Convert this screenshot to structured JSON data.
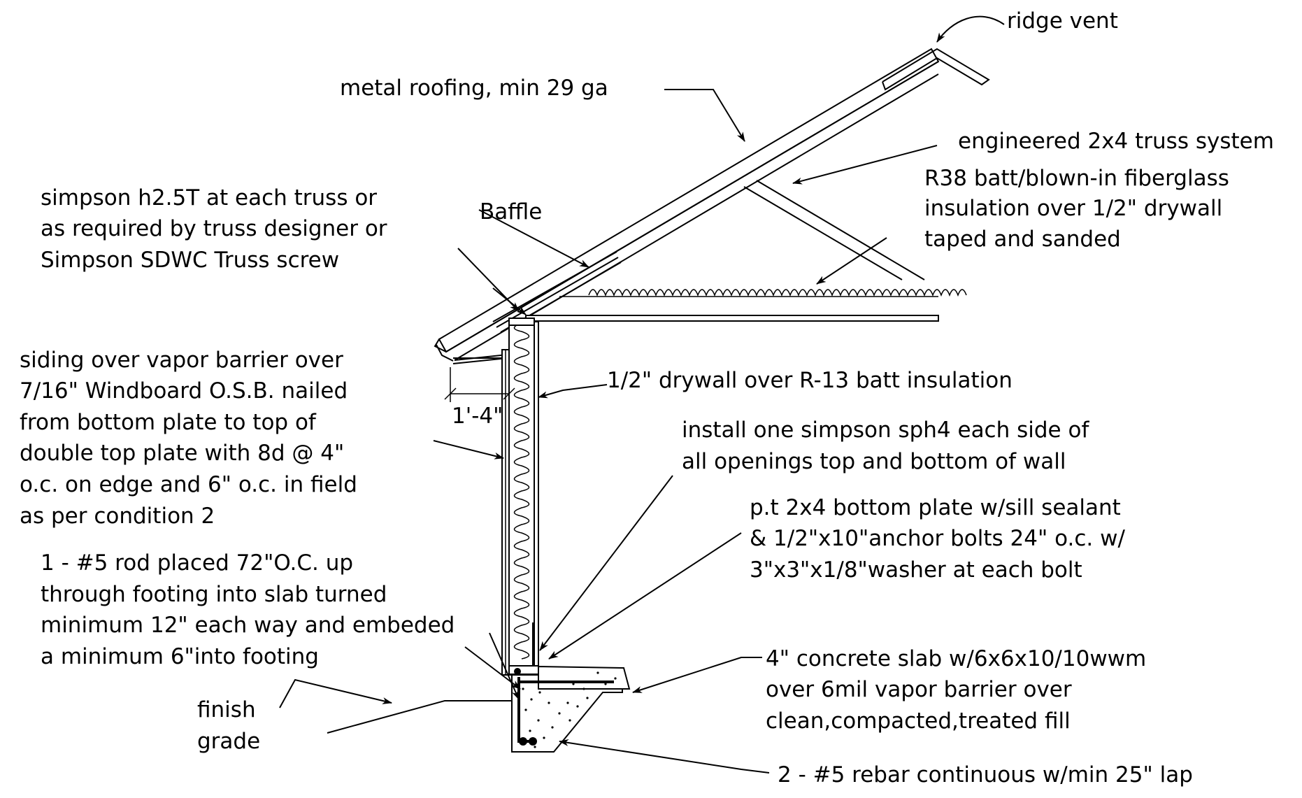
{
  "labels": {
    "ridge_vent": "ridge vent",
    "metal_roofing": "metal roofing, min 29 ga",
    "truss_system": "engineered 2x4 truss system",
    "insulation": [
      "R38 batt/blown-in fiberglass",
      "insulation over 1/2\" drywall",
      "taped and sanded"
    ],
    "simpson_h25": [
      "simpson h2.5T at each truss or",
      "as required by truss designer or",
      "Simpson SDWC Truss screw"
    ],
    "baffle": "Baffle",
    "siding": [
      "siding over vapor barrier over",
      "7/16\" Windboard O.S.B. nailed",
      "from bottom plate to top of",
      "double top plate with 8d @ 4\"",
      "o.c. on edge and 6\" o.c. in field",
      "as per condition 2"
    ],
    "overhang_dim": "1'-4\"",
    "drywall_wall": "1/2\" drywall over R-13 batt insulation",
    "sph4": [
      "install one simpson sph4 each side of",
      "all openings top and bottom of wall"
    ],
    "bottom_plate": [
      "p.t 2x4 bottom plate w/sill sealant",
      "& 1/2\"x10\"anchor bolts 24\" o.c. w/",
      "3\"x3\"x1/8\"washer at each bolt"
    ],
    "rod": [
      "1 - #5 rod  placed 72\"O.C. up",
      "through footing into slab turned",
      "minimum 12\" each way and embeded",
      "a minimum 6\"into footing"
    ],
    "slab": [
      "4\" concrete slab w/6x6x10/10wwm",
      "over 6mil vapor barrier over",
      "clean,compacted,treated fill"
    ],
    "finish_grade": [
      "finish",
      "grade"
    ],
    "rebar": "2 - #5 rebar continuous w/min 25\" lap"
  }
}
